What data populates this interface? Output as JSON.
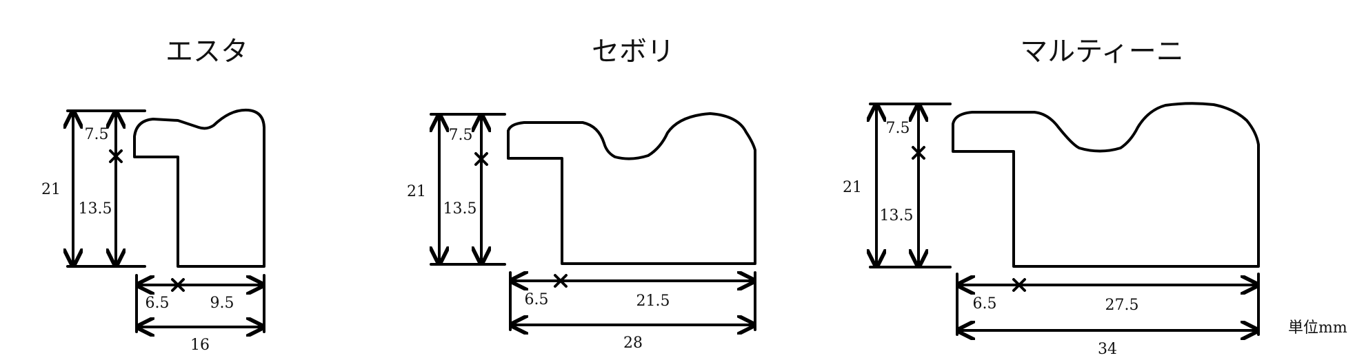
{
  "unit_label": "単位mm",
  "profiles": [
    {
      "name": "エスタ",
      "height_total": "21",
      "height_top": "7.5",
      "height_bottom": "13.5",
      "width_left": "6.5",
      "width_right": "9.5",
      "width_total": "16"
    },
    {
      "name": "セボリ",
      "height_total": "21",
      "height_top": "7.5",
      "height_bottom": "13.5",
      "width_left": "6.5",
      "width_right": "21.5",
      "width_total": "28"
    },
    {
      "name": "マルティーニ",
      "height_total": "21",
      "height_top": "7.5",
      "height_bottom": "13.5",
      "width_left": "6.5",
      "width_right": "27.5",
      "width_total": "34"
    }
  ]
}
